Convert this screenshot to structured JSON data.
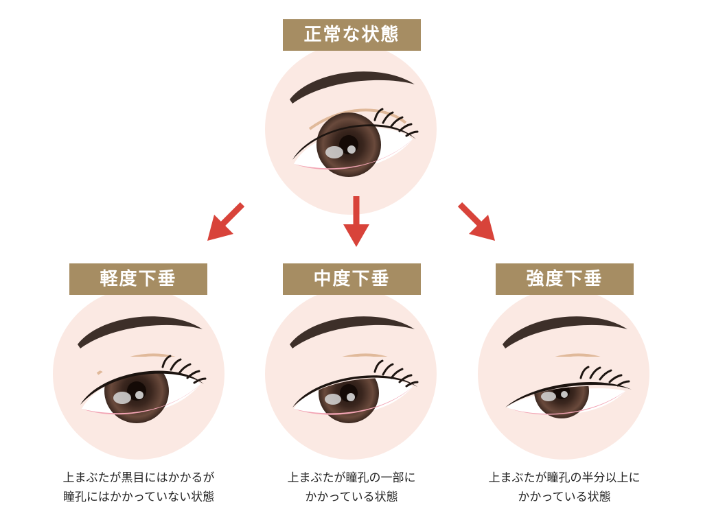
{
  "top": {
    "label": "正常な状態"
  },
  "panels": [
    {
      "label": "軽度下垂",
      "caption_line1": "上まぶたが黒目にはかかるが",
      "caption_line2": "瞳孔にはかかっていない状態"
    },
    {
      "label": "中度下垂",
      "caption_line1": "上まぶたが瞳孔の一部に",
      "caption_line2": "かかっている状態"
    },
    {
      "label": "強度下垂",
      "caption_line1": "上まぶたが瞳孔の半分以上に",
      "caption_line2": "かかっている状態"
    }
  ],
  "colors": {
    "label_bg": "#a68d63",
    "arrow": "#d8433a",
    "skin": "#fbe9e3",
    "iris": "#4b3228",
    "lid_crease": "#e0b99a"
  }
}
